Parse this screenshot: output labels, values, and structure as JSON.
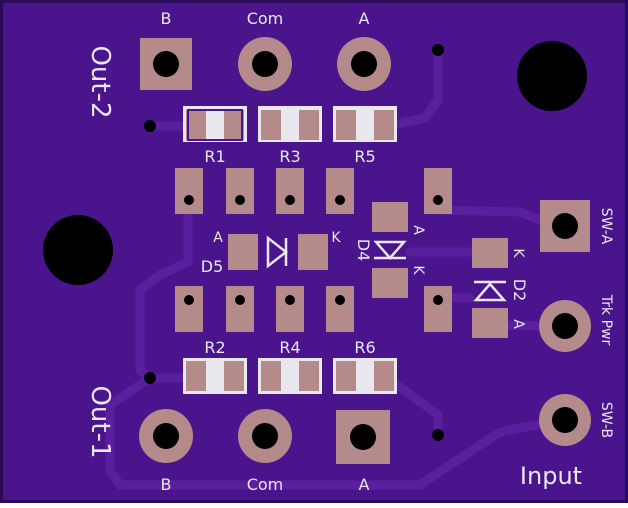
{
  "board": {
    "colors": {
      "board": "#4a148c",
      "outline": "#2c0a5a",
      "trace": "#5a1f9e",
      "pad": "#b58a8a",
      "pad_dark": "#9c7272",
      "silk": "#e8e8ee",
      "hole": "#000000"
    },
    "top_header": {
      "pin_b": "B",
      "pin_com": "Com",
      "pin_a": "A"
    },
    "bottom_header": {
      "pin_b": "B",
      "pin_com": "Com",
      "pin_a": "A"
    },
    "side_labels": {
      "out2": "Out-2",
      "out1": "Out-1"
    },
    "resistors": {
      "r1": "R1",
      "r3": "R3",
      "r5": "R5",
      "r2": "R2",
      "r4": "R4",
      "r6": "R6"
    },
    "diodes": {
      "d5": "D5",
      "d4": "D4",
      "d2": "D2",
      "d5_anode": "A",
      "d5_cathode": "K",
      "d4_anode": "A",
      "d4_cathode": "K",
      "d2_anode": "A",
      "d2_cathode": "K"
    },
    "right_labels": {
      "sw_a": "SW-A",
      "trk_pwr": "Trk Pwr",
      "sw_b": "SW-B",
      "input": "Input"
    },
    "icons": [
      "mounting-hole-icon",
      "via-icon",
      "diode-symbol-icon",
      "solder-pad-icon"
    ]
  }
}
